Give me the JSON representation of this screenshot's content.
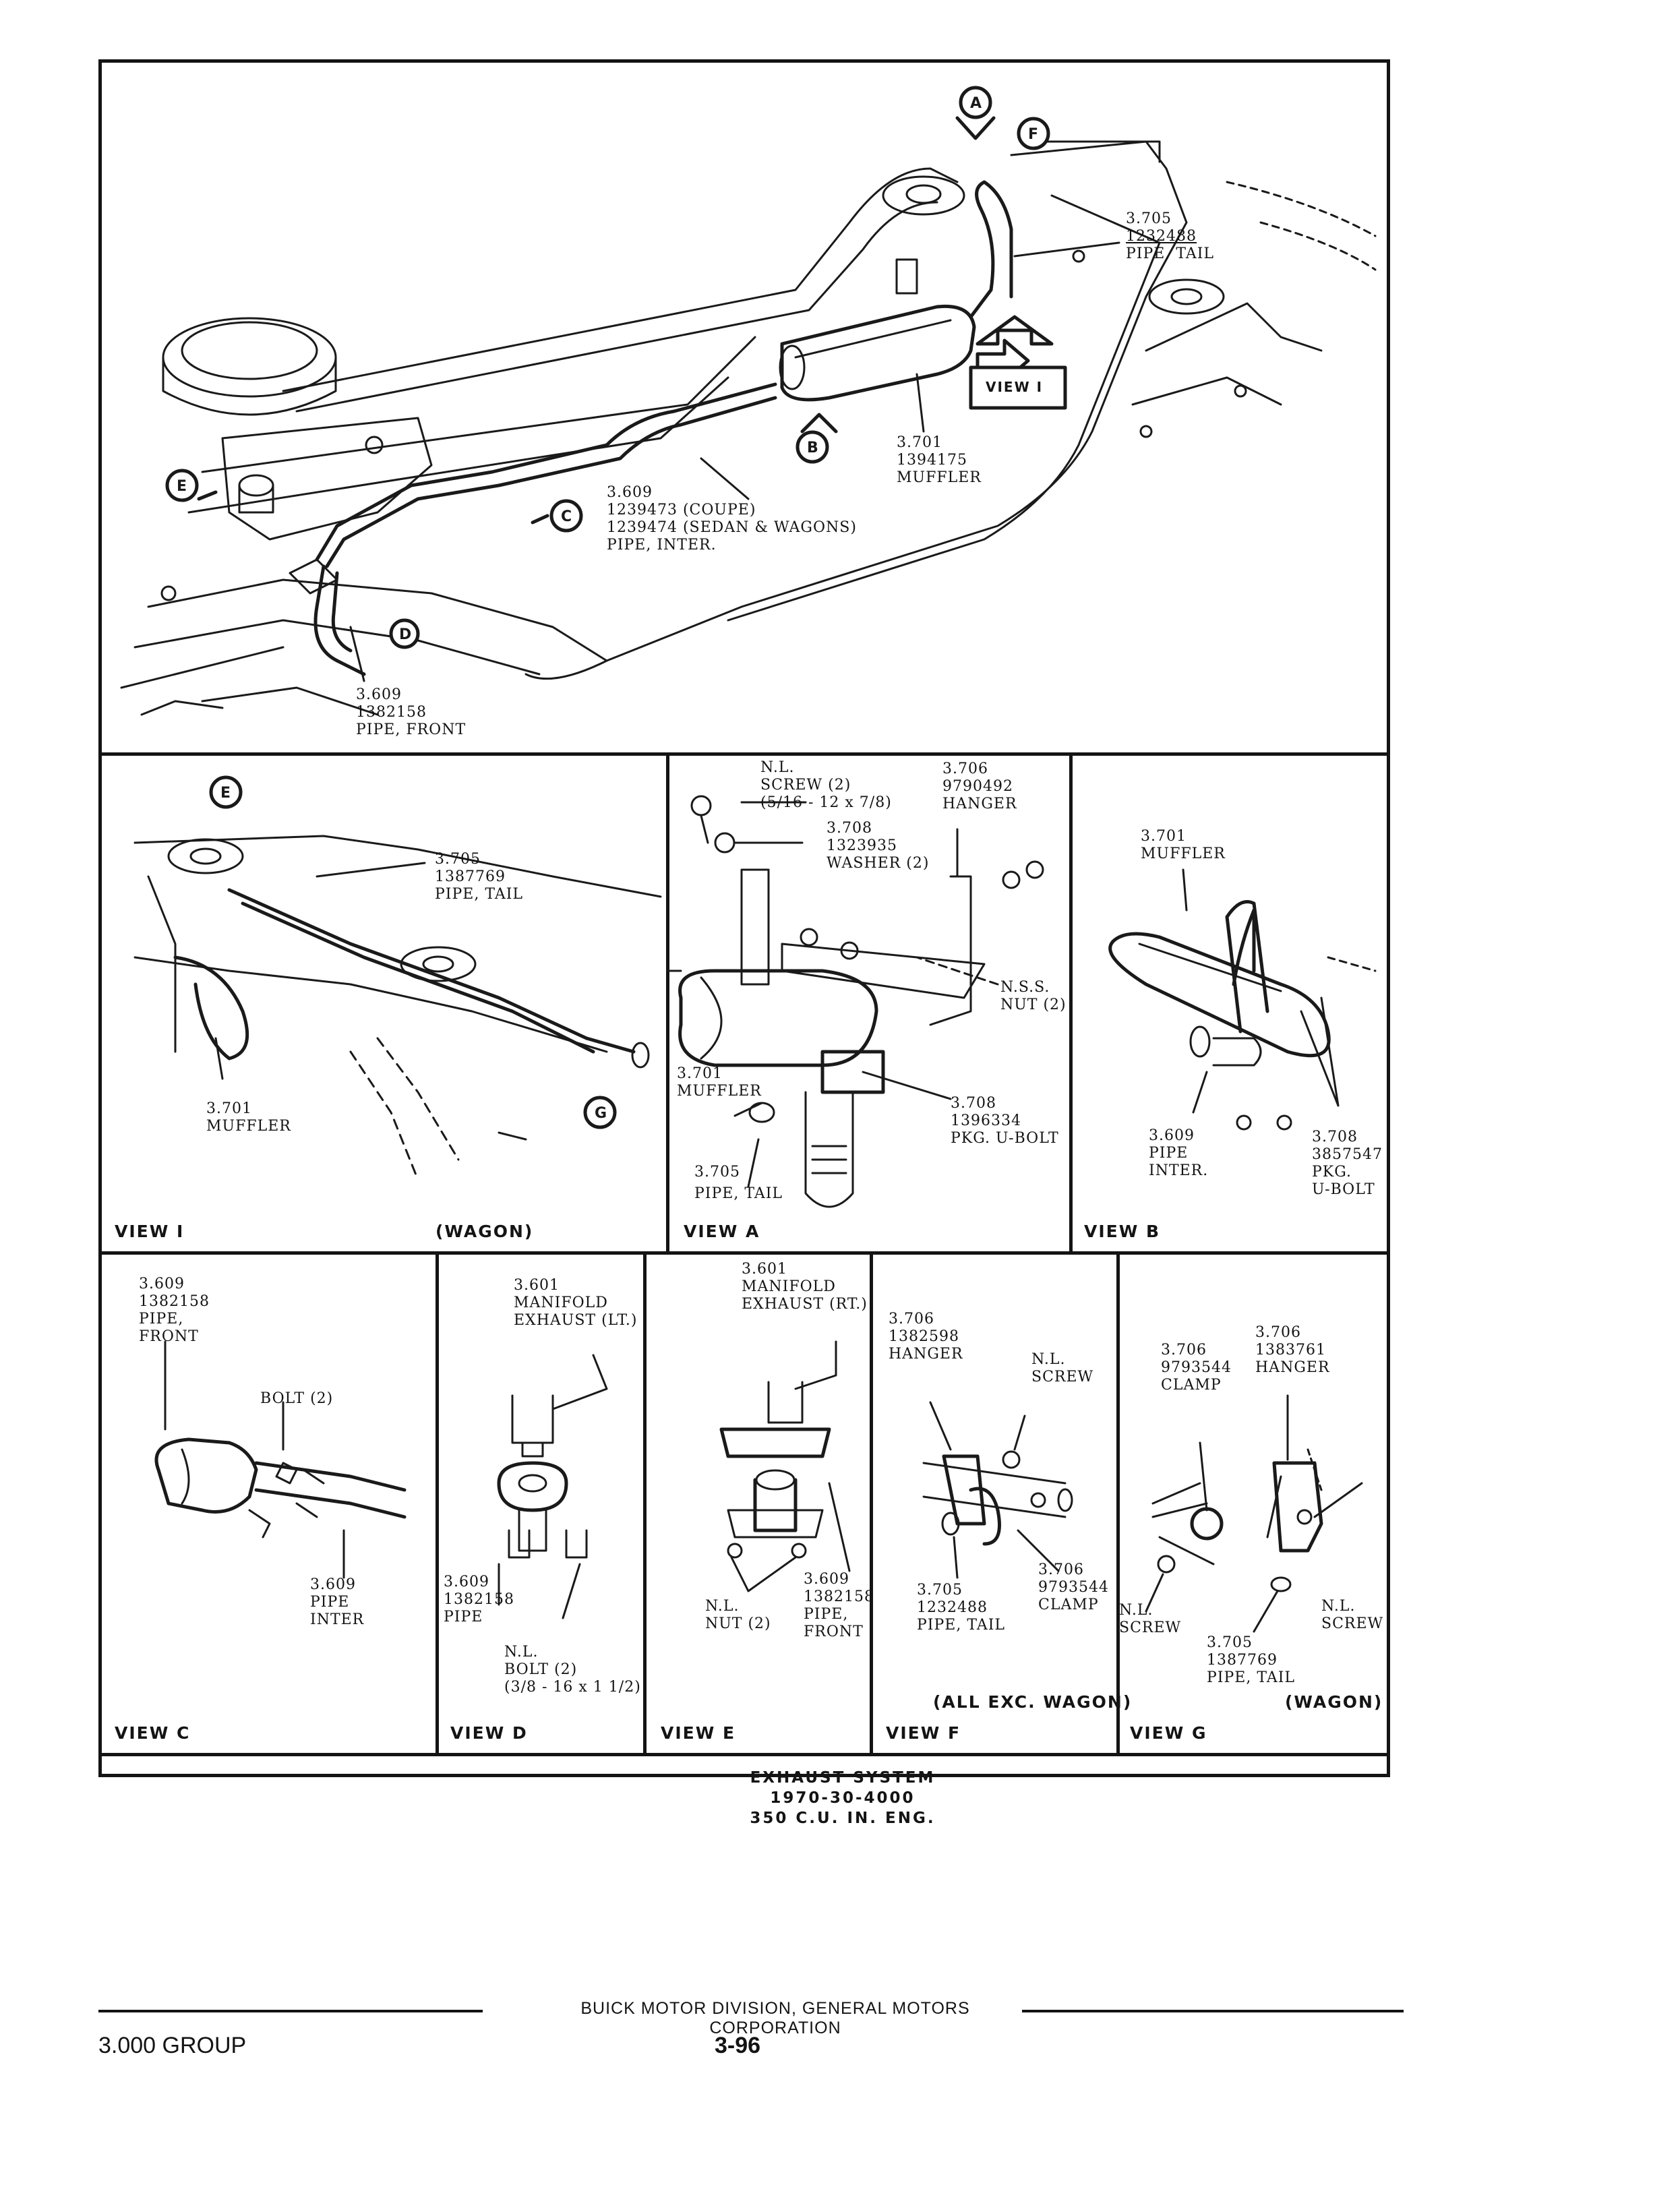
{
  "main_view": {
    "arrows": [
      "A",
      "F",
      "B",
      "C",
      "E",
      "D"
    ],
    "view1_box": "VIEW I",
    "callouts": {
      "tail_pipe": [
        "3.705",
        "1232488",
        "PIPE, TAIL"
      ],
      "muffler": [
        "3.701",
        "1394175",
        "MUFFLER"
      ],
      "inter_pipe": [
        "3.609",
        "1239473 (COUPE)",
        "1239474 (SEDAN & WAGONS)",
        "PIPE, INTER."
      ],
      "front_pipe": [
        "3.609",
        "1382158",
        "PIPE, FRONT"
      ]
    }
  },
  "view1": {
    "title": "VIEW I",
    "subtitle": "(WAGON)",
    "arrow": "G",
    "callouts": {
      "tail_pipe": [
        "3.705",
        "1387769",
        "PIPE, TAIL"
      ],
      "muffler": [
        "3.701",
        "MUFFLER"
      ]
    }
  },
  "viewA": {
    "title": "VIEW A",
    "callouts": {
      "screw": [
        "N.L.",
        "SCREW (2)",
        "(5/16 - 12 x 7/8)"
      ],
      "washer": [
        "3.708",
        "1323935",
        "WASHER (2)"
      ],
      "hanger": [
        "3.706",
        "9790492",
        "HANGER"
      ],
      "nut": [
        "N.S.S.",
        "NUT (2)"
      ],
      "muffler": [
        "3.701",
        "MUFFLER"
      ],
      "ubolt": [
        "3.708",
        "1396334",
        "PKG. U-BOLT"
      ],
      "tail_pipe": [
        "3.705",
        "PIPE, TAIL"
      ]
    }
  },
  "viewB": {
    "title": "VIEW B",
    "callouts": {
      "muffler": [
        "3.701",
        "MUFFLER"
      ],
      "pipe": [
        "3.609",
        "PIPE",
        "INTER."
      ],
      "ubolt": [
        "3.708",
        "3857547",
        "PKG.",
        "U-BOLT"
      ]
    }
  },
  "viewC": {
    "title": "VIEW C",
    "callouts": {
      "front_pipe": [
        "3.609",
        "1382158",
        "PIPE,",
        "FRONT"
      ],
      "bolt": [
        "BOLT (2)"
      ],
      "pipe_inter": [
        "3.609",
        "PIPE",
        "INTER"
      ]
    }
  },
  "viewD": {
    "title": "VIEW D",
    "callouts": {
      "manifold": [
        "3.601",
        "MANIFOLD",
        "EXHAUST (LT.)"
      ],
      "pipe": [
        "3.609",
        "1382158",
        "PIPE"
      ],
      "bolt": [
        "N.L.",
        "BOLT (2)",
        "(3/8 - 16 x 1 1/2)"
      ]
    }
  },
  "viewE": {
    "title": "VIEW E",
    "callouts": {
      "manifold": [
        "3.601",
        "MANIFOLD",
        "EXHAUST (RT.)"
      ],
      "nut": [
        "N.L.",
        "NUT (2)"
      ],
      "pipe": [
        "3.609",
        "1382158",
        "PIPE,",
        "FRONT"
      ]
    }
  },
  "viewF": {
    "title": "VIEW F",
    "subtitle": "(ALL EXC. WAGON)",
    "callouts": {
      "hanger": [
        "3.706",
        "1382598",
        "HANGER"
      ],
      "screw": [
        "N.L.",
        "SCREW"
      ],
      "clamp": [
        "3.706",
        "9793544",
        "CLAMP"
      ],
      "tail_pipe": [
        "3.705",
        "1232488",
        "PIPE, TAIL"
      ]
    }
  },
  "viewG": {
    "title": "VIEW G",
    "subtitle": "(WAGON)",
    "callouts": {
      "clamp": [
        "3.706",
        "9793544",
        "CLAMP"
      ],
      "hanger": [
        "3.706",
        "1383761",
        "HANGER"
      ],
      "screw_left": [
        "N.L.",
        "SCREW"
      ],
      "screw_right": [
        "N.L.",
        "SCREW"
      ],
      "tail_pipe": [
        "3.705",
        "1387769",
        "PIPE, TAIL"
      ]
    }
  },
  "caption": [
    "EXHAUST SYSTEM",
    "1970-30-4000",
    "350 C.U. IN. ENG."
  ],
  "footer": {
    "division": "BUICK MOTOR DIVISION, GENERAL MOTORS CORPORATION",
    "group": "3.000 GROUP",
    "page": "3-96"
  }
}
